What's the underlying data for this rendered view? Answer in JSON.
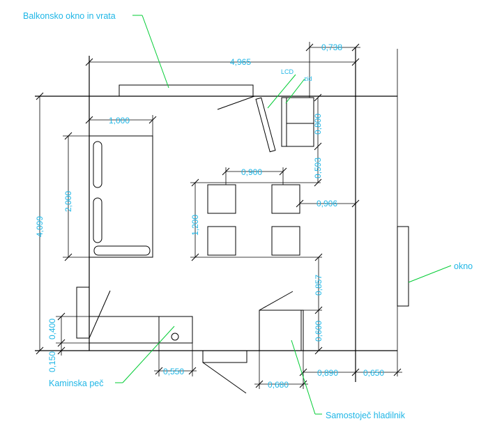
{
  "labels": {
    "balcony": "Balkonsko okno in vrata",
    "window": "okno",
    "fireplace": "Kaminska peč",
    "fridge": "Samostoječ hladilnik",
    "lcd": "LCD",
    "wall": "zid"
  },
  "dimensions": {
    "total_width": "4,965",
    "right_offset_top": "0,738",
    "total_height": "4,099",
    "bed_width": "1,000",
    "bed_length": "2,000",
    "table_width": "0,900",
    "table_depth": "1,200",
    "lcd_unit": "0,800",
    "lcd_gap": "0,593",
    "table_to_wall": "0,906",
    "fridge_gap": "0,857",
    "fridge_depth": "0,600",
    "fireplace_depth": "0,400",
    "fireplace_base": "0,150",
    "fireplace_width": "0,550",
    "fridge_width": "0,680",
    "fridge_to_wall": "0,890",
    "right_offset_bottom": "0,650"
  }
}
